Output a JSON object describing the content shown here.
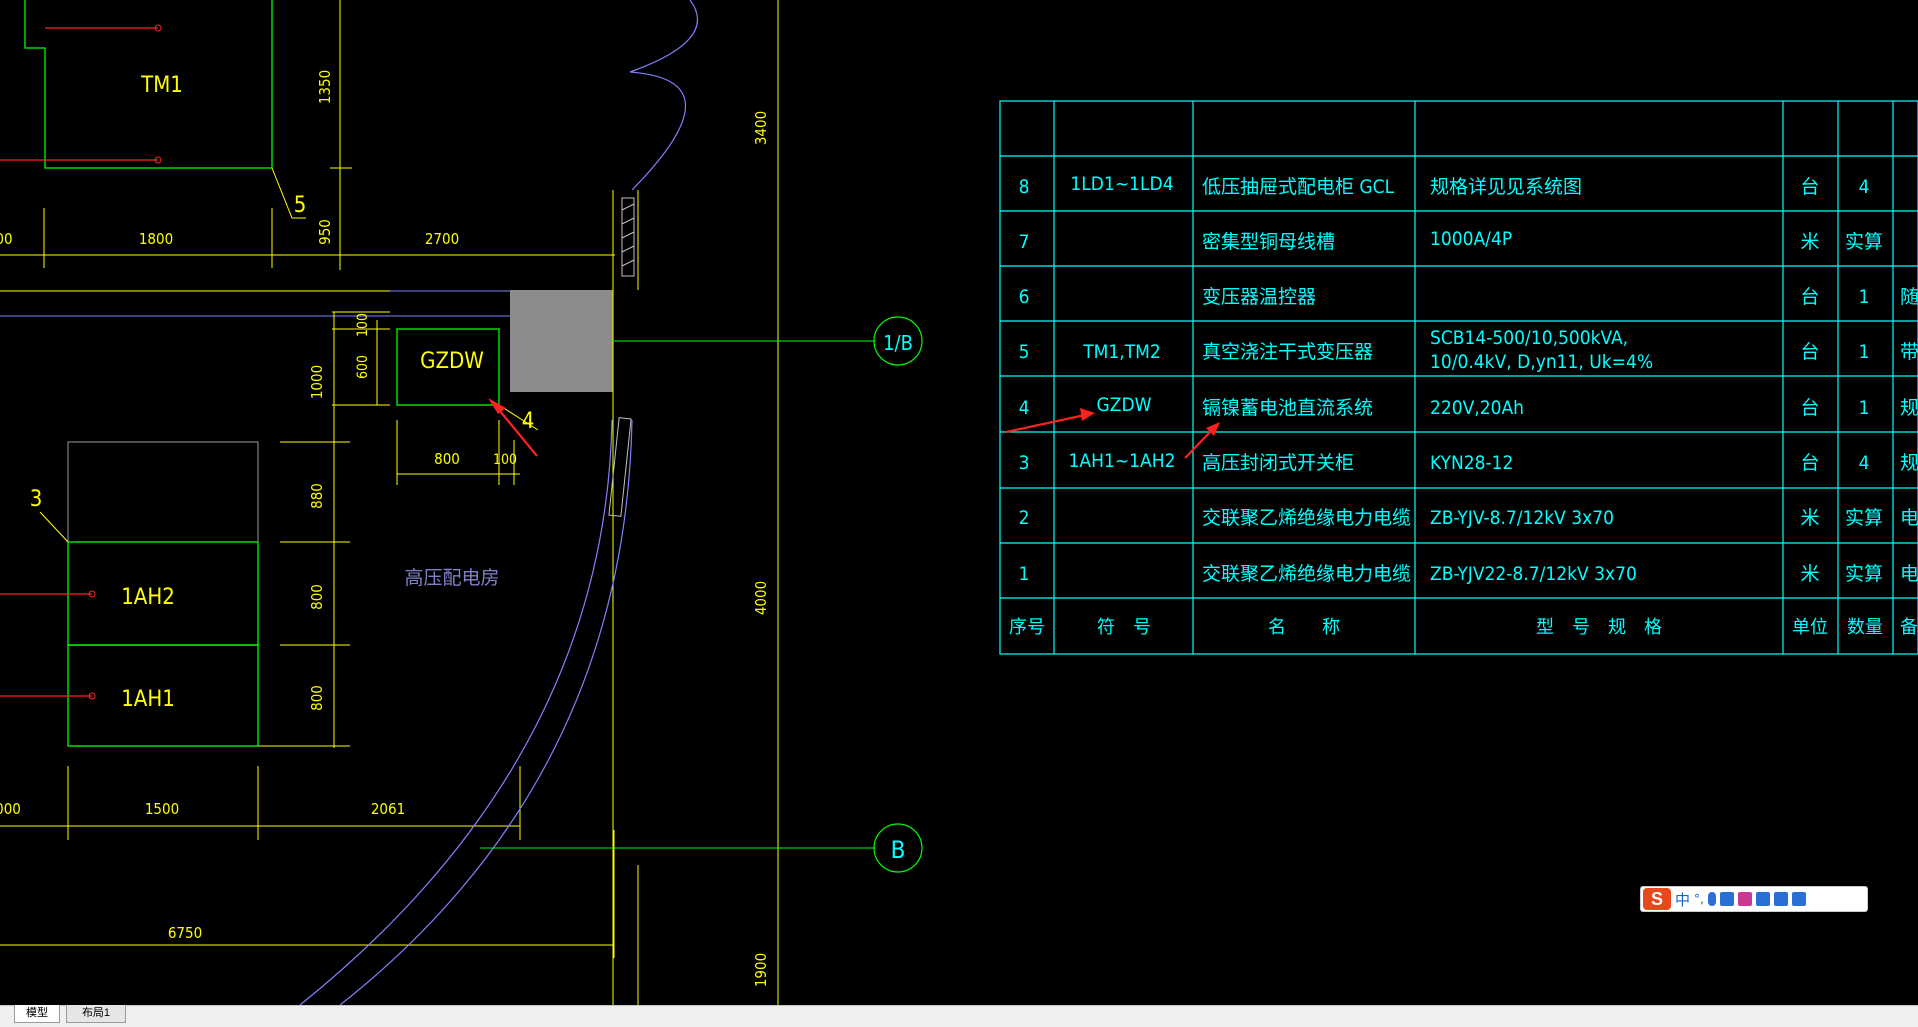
{
  "drawing": {
    "labels": {
      "tm1": "TM1",
      "gzdw": "GZDW",
      "ah2": "1AH2",
      "ah1": "1AH1",
      "room": "高压配电房",
      "leader3": "3",
      "leader4": "4",
      "leader5": "5",
      "axis_1b": "1/B",
      "axis_b": "B"
    },
    "dims": {
      "d1350": "1350",
      "d950": "950",
      "d3400": "3400",
      "d00_top": "00",
      "d1800": "1800",
      "d2700": "2700",
      "d100a": "100",
      "d600": "600",
      "d1000": "1000",
      "d800w": "800",
      "d100b": "100",
      "d880a": "880",
      "d800a": "800",
      "d800b": "800",
      "d4000": "4000",
      "d000_bot": "000",
      "d1500": "1500",
      "d2061": "2061",
      "d6750": "6750",
      "d1900": "1900"
    }
  },
  "table": {
    "header": {
      "no": "序号",
      "symbol": "符　号",
      "name": "名　　称",
      "spec": "型　号　规　格",
      "unit": "单位",
      "qty": "数量",
      "note": "备"
    },
    "rows": [
      {
        "no": "8",
        "symbol": "1LD1~1LD4",
        "name": "低压抽屉式配电柜 GCL",
        "spec": "规格详见见系统图",
        "spec2": "",
        "unit": "台",
        "qty": "4",
        "note": ""
      },
      {
        "no": "7",
        "symbol": "",
        "name": "密集型铜母线槽",
        "spec": "1000A/4P",
        "spec2": "",
        "unit": "米",
        "qty": "实算",
        "note": ""
      },
      {
        "no": "6",
        "symbol": "",
        "name": "变压器温控器",
        "spec": "",
        "spec2": "",
        "unit": "台",
        "qty": "1",
        "note": "随变"
      },
      {
        "no": "5",
        "symbol": "TM1,TM2",
        "name": "真空浇注干式变压器",
        "spec": "SCB14-500/10,500kVA,",
        "spec2": "10/0.4kV, D,yn11, Uk=4%",
        "unit": "台",
        "qty": "1",
        "note": "带外"
      },
      {
        "no": "4",
        "symbol": "GZDW",
        "name": "镉镍蓄电池直流系统",
        "spec": "220V,20Ah",
        "spec2": "",
        "unit": "台",
        "qty": "1",
        "note": "规格"
      },
      {
        "no": "3",
        "symbol": "1AH1~1AH2",
        "name": "高压封闭式开关柜",
        "spec": "KYN28-12",
        "spec2": "",
        "unit": "台",
        "qty": "4",
        "note": "规"
      },
      {
        "no": "2",
        "symbol": "",
        "name": "交联聚乙烯绝缘电力电缆",
        "spec": "ZB-YJV-8.7/12kV 3x70",
        "spec2": "",
        "unit": "米",
        "qty": "实算",
        "note": "电缆"
      },
      {
        "no": "1",
        "symbol": "",
        "name": "交联聚乙烯绝缘电力电缆",
        "spec": "ZB-YJV22-8.7/12kV 3x70",
        "spec2": "",
        "unit": "米",
        "qty": "实算",
        "note": "电缆"
      }
    ]
  },
  "tabs": {
    "model": "模型",
    "layout1": "布局1"
  },
  "ime": {
    "logo": "S",
    "lang": "中",
    "punct": "°,"
  },
  "colors": {
    "background": "#000000",
    "table_lines": "#00ffff",
    "table_text": "#00ffff",
    "walls": "#ffff00",
    "equipment": "#00ff00",
    "cable": "#8080ff",
    "annotation": "#ff2020"
  }
}
